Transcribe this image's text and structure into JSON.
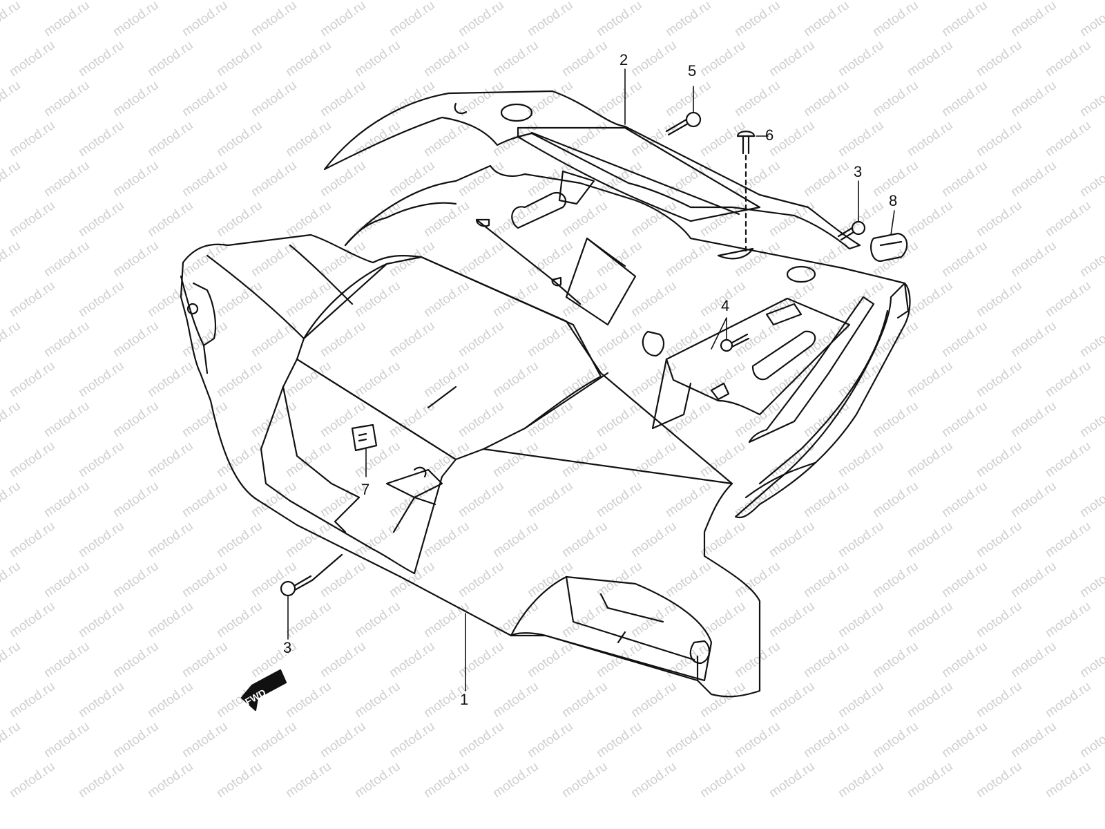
{
  "watermark": {
    "text": "motod.ru",
    "color": "#cfcfcf"
  },
  "direction_label": "FWD",
  "callouts": {
    "c1": "1",
    "c2": "2",
    "c3a": "3",
    "c3b": "3",
    "c4": "4",
    "c5": "5",
    "c6": "6",
    "c7": "7",
    "c8": "8"
  },
  "line_color": "#111111"
}
